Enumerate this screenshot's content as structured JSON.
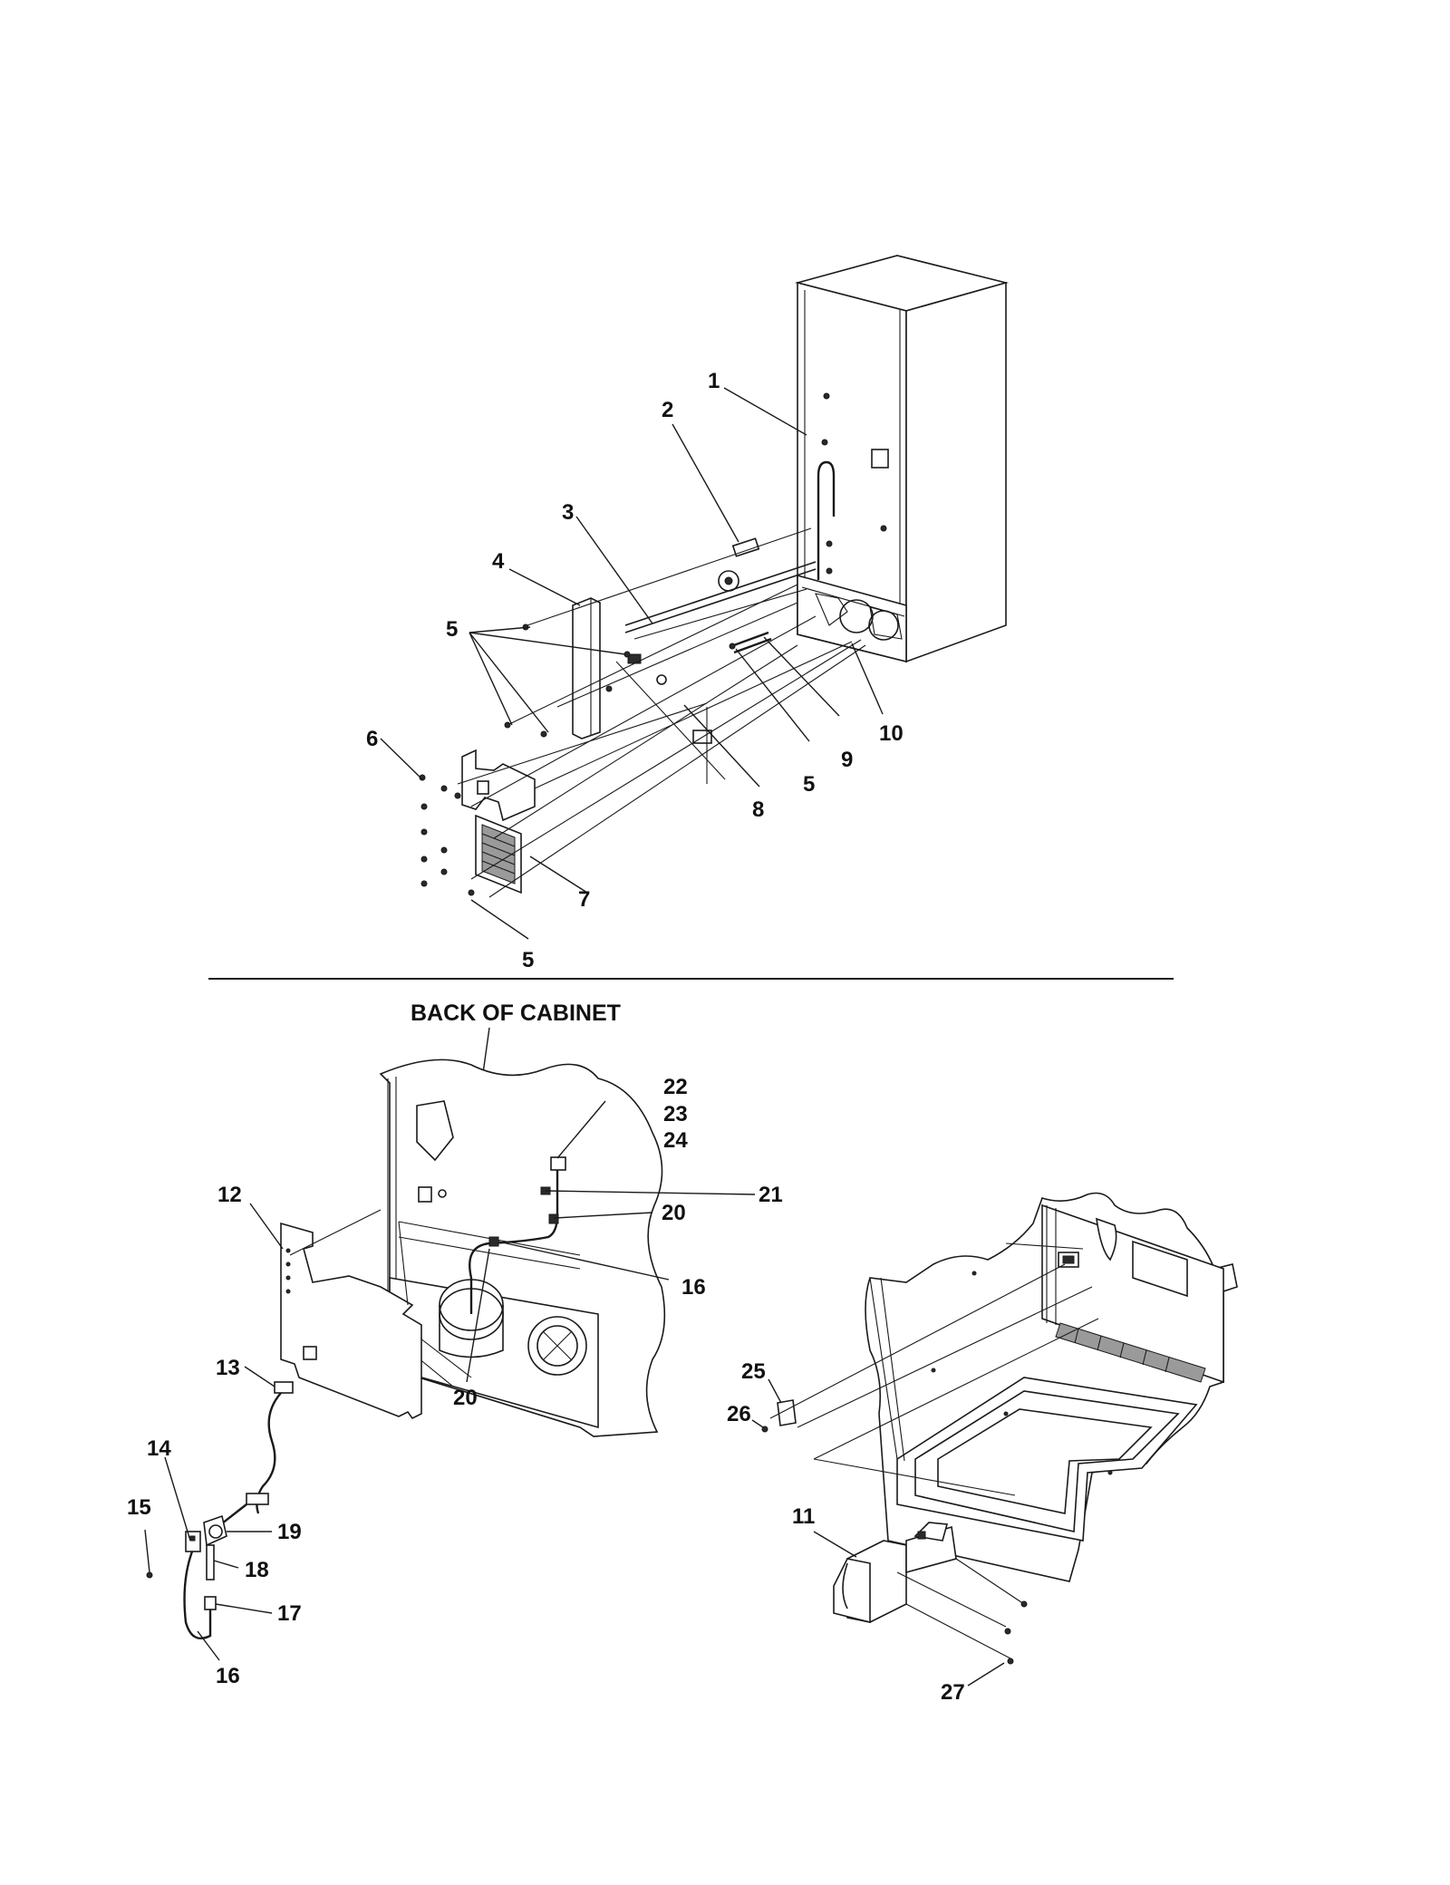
{
  "diagram": {
    "heading_back_of_cabinet": "BACK OF CABINET",
    "callouts": {
      "c1": "1",
      "c2": "2",
      "c3": "3",
      "c4": "4",
      "c5a": "5",
      "c5b": "5",
      "c5c": "5",
      "c6": "6",
      "c7": "7",
      "c8": "8",
      "c9": "9",
      "c10": "10",
      "c11": "11",
      "c12": "12",
      "c13": "13",
      "c14": "14",
      "c15": "15",
      "c16a": "16",
      "c16b": "16",
      "c17": "17",
      "c18": "18",
      "c19": "19",
      "c20a": "20",
      "c20b": "20",
      "c21": "21",
      "c22": "22",
      "c23": "23",
      "c24": "24",
      "c25": "25",
      "c26": "26",
      "c27": "27"
    }
  }
}
